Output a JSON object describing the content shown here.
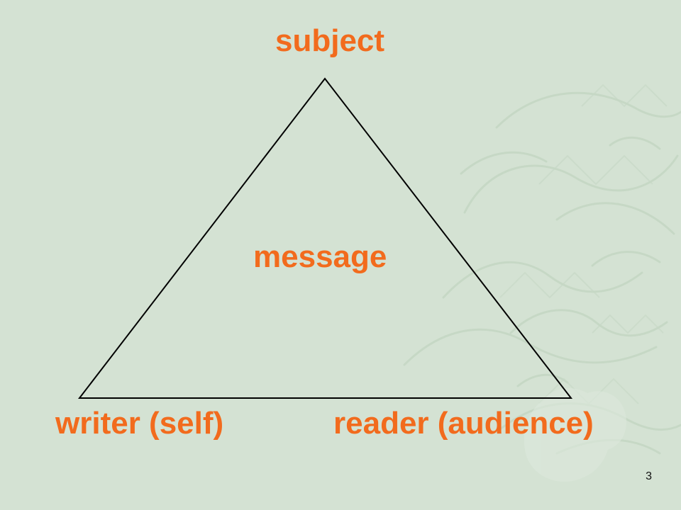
{
  "colors": {
    "background": "#d4e2d3",
    "accent": "#f26b1d",
    "line": "#000000",
    "pattern": "#bcd0bb"
  },
  "diagram": {
    "type": "triangle",
    "top_label": "subject",
    "center_label": "message",
    "left_label": "writer (self)",
    "right_label": "reader (audience)"
  },
  "page_number": "3"
}
